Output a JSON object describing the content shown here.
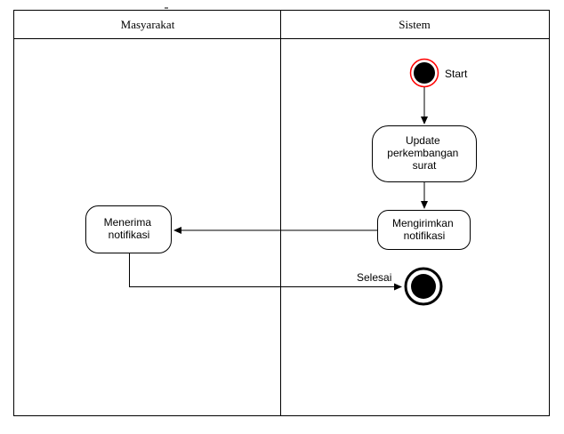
{
  "lanes": {
    "left": "Masyarakat",
    "right": "Sistem"
  },
  "nodes": {
    "update": [
      "Update",
      "perkembangan",
      "surat"
    ],
    "kirim": [
      "Mengirimkan",
      "notifikasi"
    ],
    "terima": [
      "Menerima",
      "notifikasi"
    ]
  },
  "labels": {
    "start": "Start",
    "end": "Selesai"
  },
  "colors": {
    "line": "#000000",
    "start_ring": "#ff0000",
    "fill": "#ffffff"
  }
}
